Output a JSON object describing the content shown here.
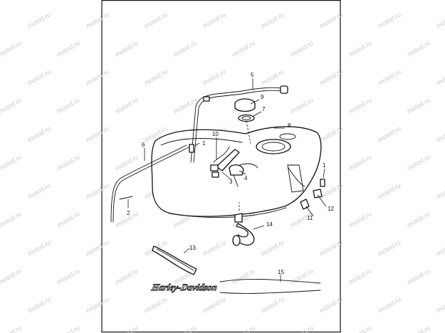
{
  "diagram": {
    "watermark_text": "motod.ru",
    "brand_text": "Harley-Davidson",
    "callouts": [
      "1",
      "1",
      "2",
      "3",
      "4",
      "5",
      "6",
      "7",
      "8",
      "9",
      "10",
      "11",
      "12",
      "13",
      "14",
      "15"
    ]
  }
}
